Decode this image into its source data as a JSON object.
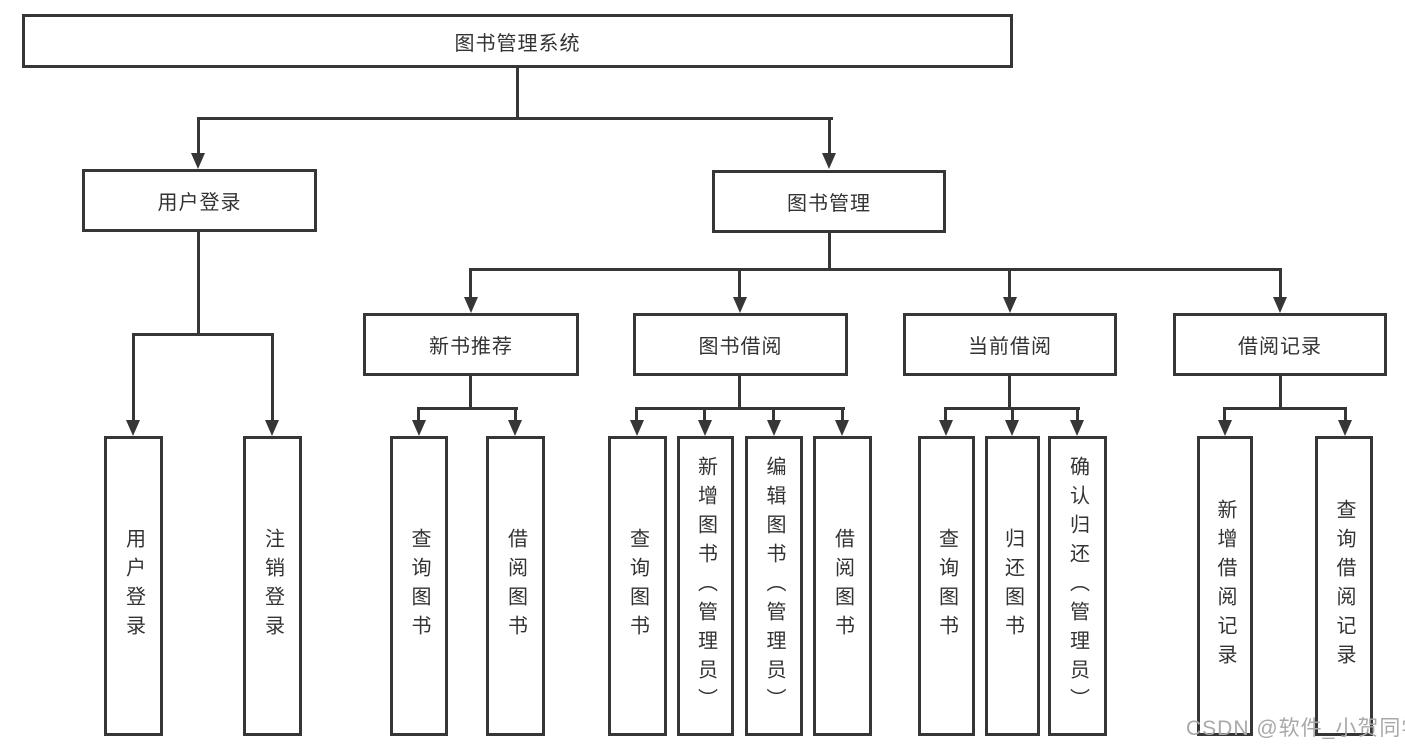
{
  "diagram": {
    "root": {
      "label": "图书管理系统"
    },
    "level1": [
      {
        "label": "用户登录"
      },
      {
        "label": "图书管理"
      }
    ],
    "level2": [
      {
        "label": "新书推荐"
      },
      {
        "label": "图书借阅"
      },
      {
        "label": "当前借阅"
      },
      {
        "label": "借阅记录"
      }
    ],
    "leaves": {
      "user_login": [
        {
          "label": "用户登录"
        },
        {
          "label": "注销登录"
        }
      ],
      "new_books": [
        {
          "label": "查询图书"
        },
        {
          "label": "借阅图书"
        }
      ],
      "book_borrow": [
        {
          "label": "查询图书"
        },
        {
          "label": "新增图书（管理员）"
        },
        {
          "label": "编辑图书（管理员）"
        },
        {
          "label": "借阅图书"
        }
      ],
      "current_borrow": [
        {
          "label": "查询图书"
        },
        {
          "label": "归还图书"
        },
        {
          "label": "确认归还（管理员）"
        }
      ],
      "borrow_records": [
        {
          "label": "新增借阅记录"
        },
        {
          "label": "查询借阅记录"
        }
      ]
    },
    "watermark": "CSDN @软件_小贺同学",
    "colors": {
      "line": "#363636",
      "text": "#333333",
      "watermark": "#a9a9a9",
      "background": "#ffffff"
    }
  }
}
